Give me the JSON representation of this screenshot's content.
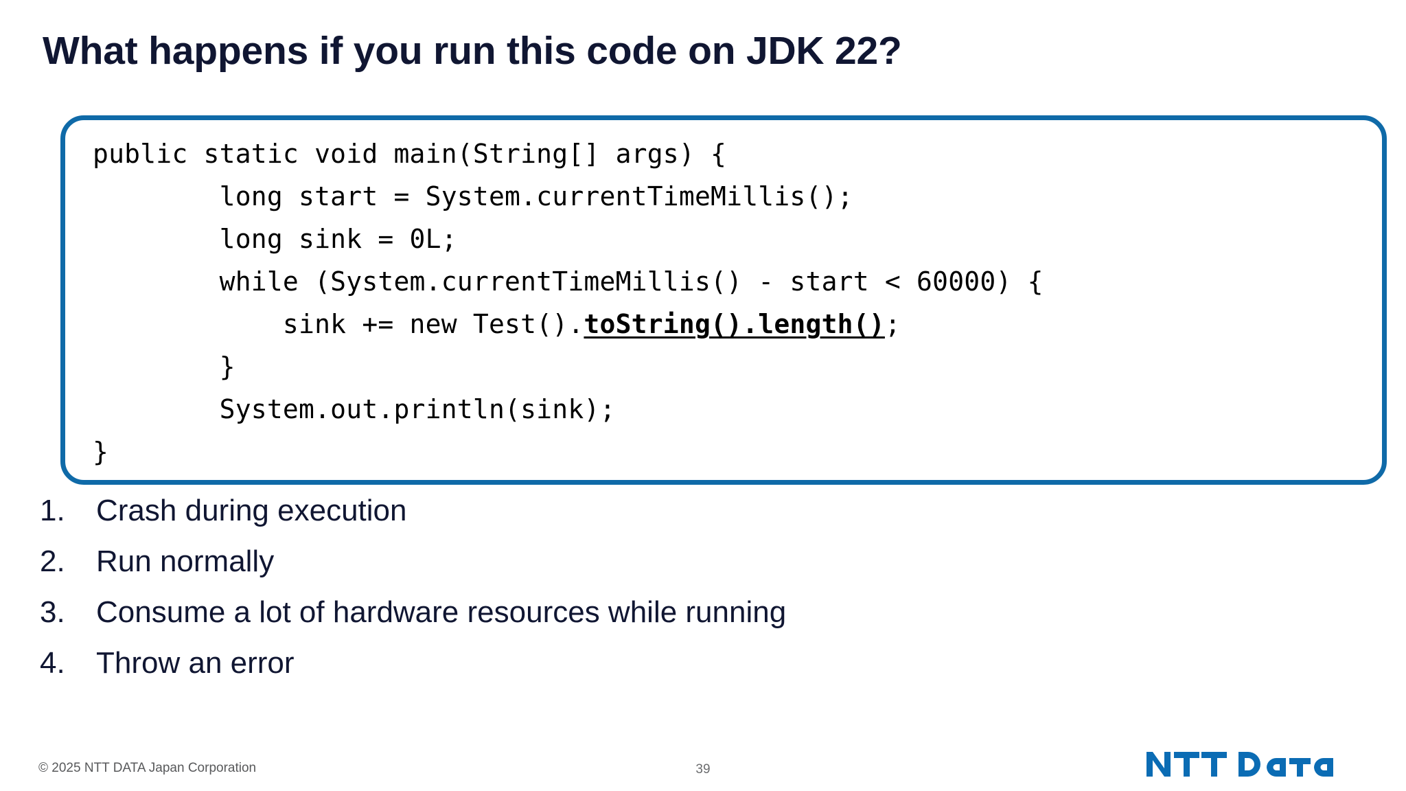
{
  "slide": {
    "title": "What happens if you run this code on JDK 22?",
    "accent_border_color": "#0f6aa8",
    "title_color": "#101632",
    "background_color": "#ffffff"
  },
  "code_block": {
    "language": "java",
    "lines": [
      {
        "text": "public static void main(String[] args) {"
      },
      {
        "text": "        long start = System.currentTimeMillis();"
      },
      {
        "text": "        long sink = 0L;"
      },
      {
        "text": "        while (System.currentTimeMillis() - start < 60000) {"
      },
      {
        "prefix": "            sink += new Test().",
        "emphasis": "toString().length()",
        "suffix": ";"
      },
      {
        "text": "        }"
      },
      {
        "text": "        System.out.println(sink);"
      },
      {
        "text": "}"
      }
    ]
  },
  "options": {
    "items": [
      {
        "number": "1.",
        "label": "Crash during execution"
      },
      {
        "number": "2.",
        "label": "Run normally"
      },
      {
        "number": "3.",
        "label": "Consume a lot of hardware resources while running"
      },
      {
        "number": "4.",
        "label": "Throw an error"
      }
    ]
  },
  "footer": {
    "copyright": "© 2025 NTT DATA Japan Corporation",
    "page_number": "39",
    "logo_text": "NTT DaTa",
    "logo_color": "#0b6cb4"
  }
}
